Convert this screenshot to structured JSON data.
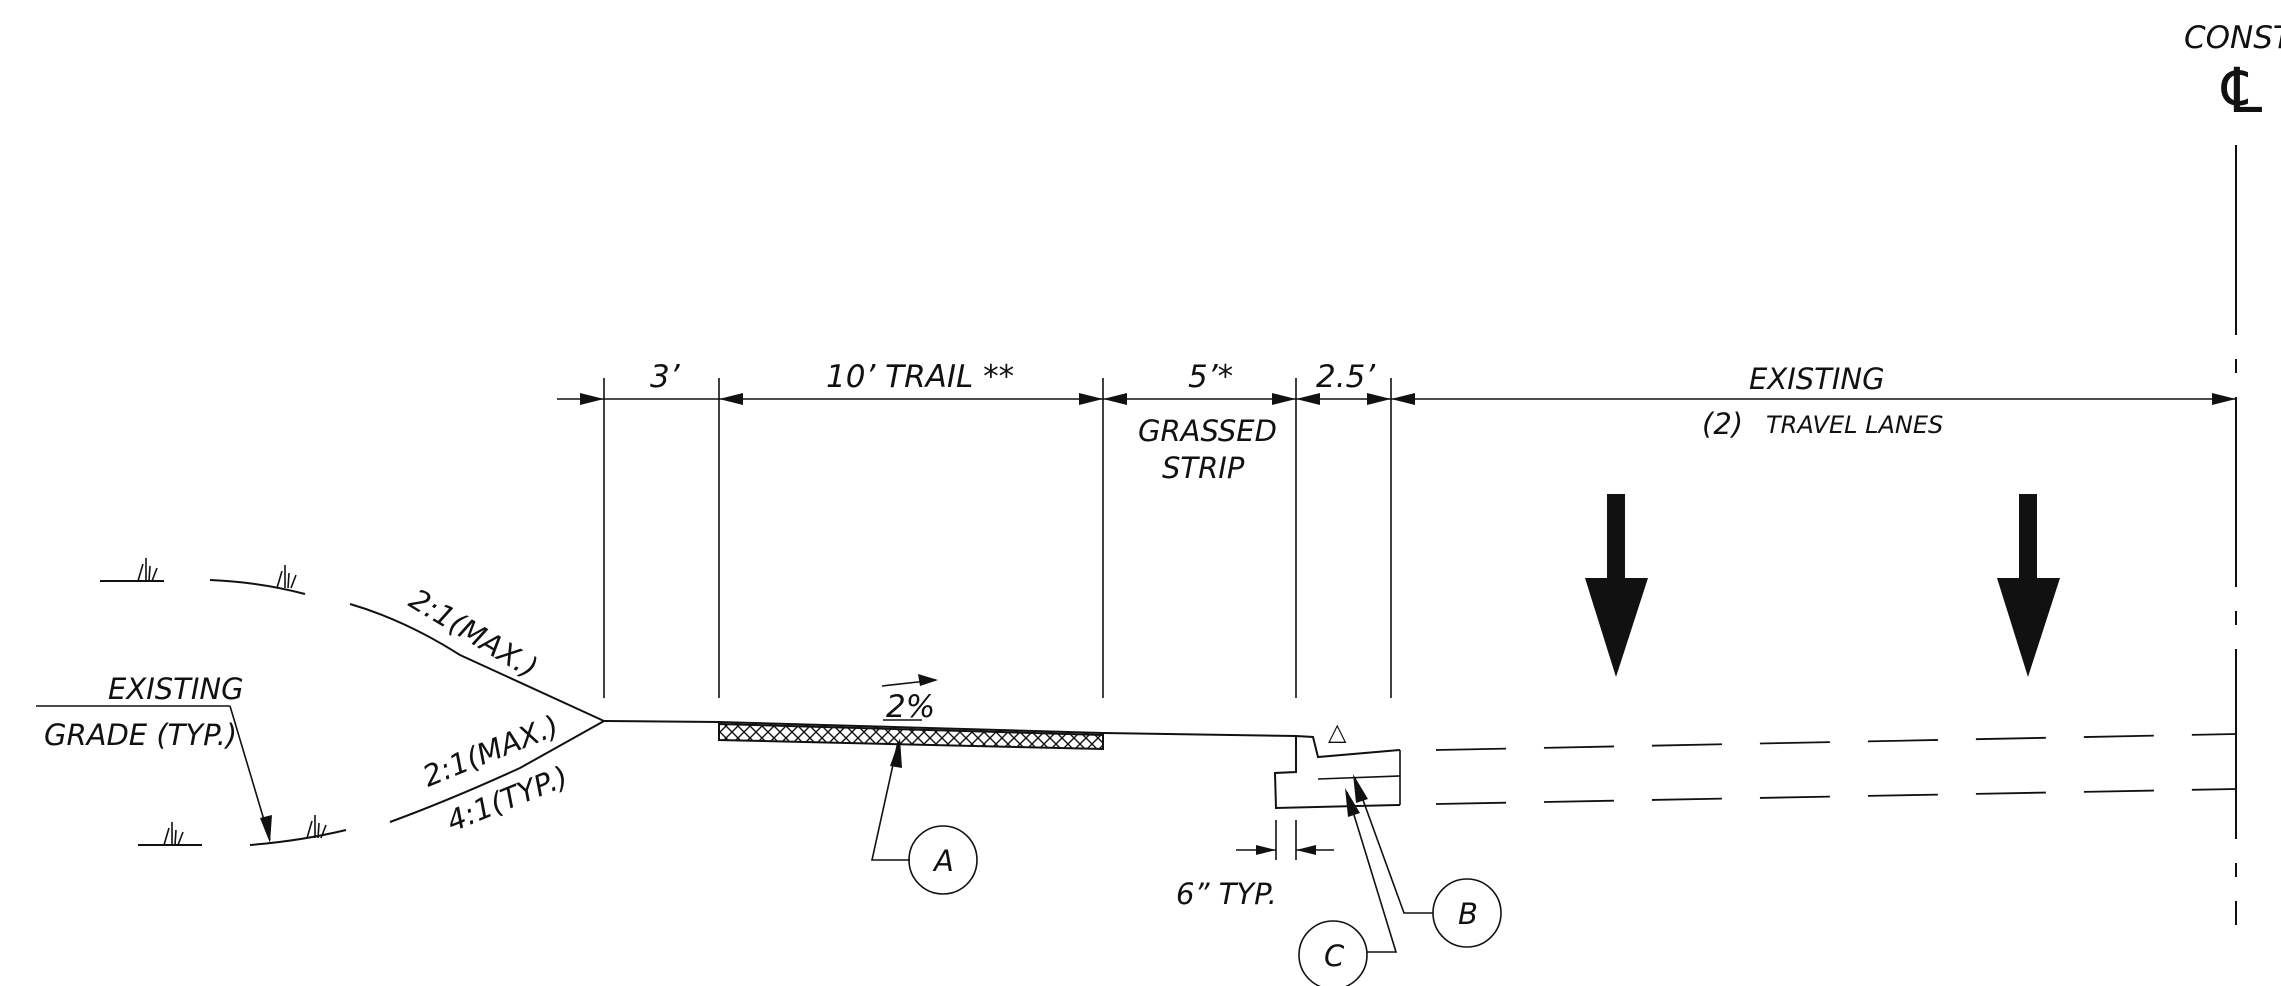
{
  "labels": {
    "const_cl": "CONST",
    "cl_symbol": "℄",
    "dim_3ft": "3’",
    "dim_trail": "10’ TRAIL **",
    "dim_5ft": "5’*",
    "grassed_1": "GRASSED",
    "grassed_2": "STRIP",
    "dim_2_5ft": "2.5’",
    "existing": "EXISTING",
    "travel_count": "(2)",
    "travel_lanes": "TRAVEL LANES",
    "existing_grade_1": "EXISTING",
    "existing_grade_2": "GRADE (TYP.)",
    "slope_upper": "2:1(MAX.)",
    "slope_lower_1": "2:1(MAX.)",
    "slope_lower_2": "4:1(TYP.)",
    "cross_slope": "2%",
    "typ_6in": "6” TYP.",
    "delta": "△"
  },
  "callouts": [
    "A",
    "B",
    "C"
  ]
}
